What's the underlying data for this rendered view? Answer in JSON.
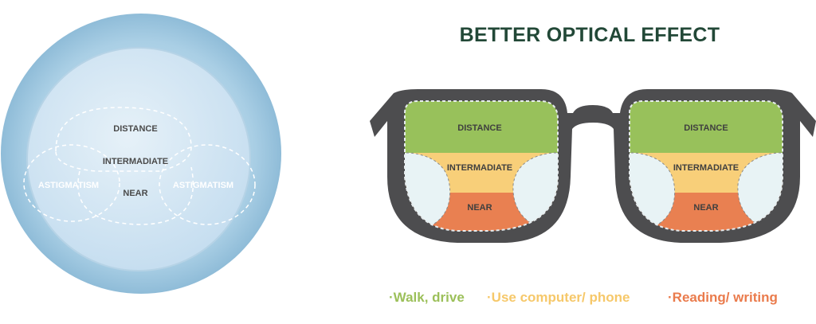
{
  "title": "BETTER OPTICAL EFFECT",
  "lens_diagram": {
    "zones": {
      "distance": "DISTANCE",
      "intermediate": "INTERMADIATE",
      "near": "NEAR",
      "astigmatism_left": "ASTIGMATISM",
      "astigmatism_right": "ASTIGMATISM"
    }
  },
  "glasses": {
    "left_lens": {
      "distance": "DISTANCE",
      "intermediate": "INTERMADIATE",
      "near": "NEAR"
    },
    "right_lens": {
      "distance": "DISTANCE",
      "intermediate": "INTERMADIATE",
      "near": "NEAR"
    },
    "frame_color": "#4d4d4f"
  },
  "legend": [
    {
      "text": "·Walk, drive",
      "color": "#9cc05a"
    },
    {
      "text": "·Use computer/ phone",
      "color": "#f6c86a"
    },
    {
      "text": "·Reading/ writing",
      "color": "#ea7b4c"
    }
  ],
  "colors": {
    "title": "#224837",
    "distance_zone": "#98c15b",
    "intermediate_zone": "#f8cf79",
    "near_zone": "#e98051",
    "peripheral_zone": "#e8f3f5",
    "lens_outer": "#9ac4de"
  }
}
